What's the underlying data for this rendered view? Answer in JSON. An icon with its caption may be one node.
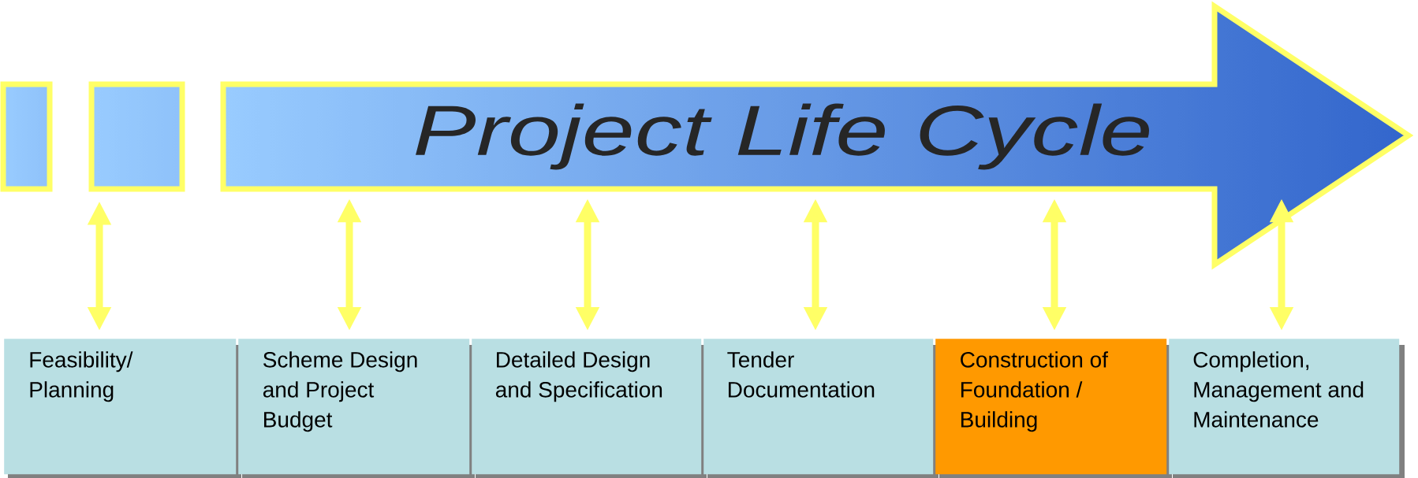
{
  "diagram": {
    "nodes": [
      {
        "text": [],
        "shape": "box"
      },
      {
        "text": [],
        "shape": "box"
      },
      {
        "text": [
          "Project Life Cycle"
        ]
      },
      {
        "text": [
          "Feasibility/ Planning"
        ]
      },
      {
        "text": [
          "Scheme Design and Project Budget"
        ]
      },
      {
        "text": [
          "Detailed Design and Specification"
        ]
      },
      {
        "text": [
          "Tender Documentation"
        ]
      },
      {
        "text": [
          "Construction of Foundation / Building"
        ]
      },
      {
        "text": [
          "Completion, Management and Maintenance"
        ]
      }
    ],
    "edges": [
      {
        "from": 1,
        "to": 3,
        "arrow": "both"
      },
      {
        "from": 2,
        "to": 4,
        "arrow": "both"
      },
      {
        "from": 2,
        "to": 5,
        "arrow": "both"
      },
      {
        "from": 2,
        "to": 6,
        "arrow": "both"
      },
      {
        "from": 2,
        "to": 7,
        "arrow": "both"
      },
      {
        "from": 2,
        "to": 8,
        "arrow": "both"
      }
    ]
  }
}
